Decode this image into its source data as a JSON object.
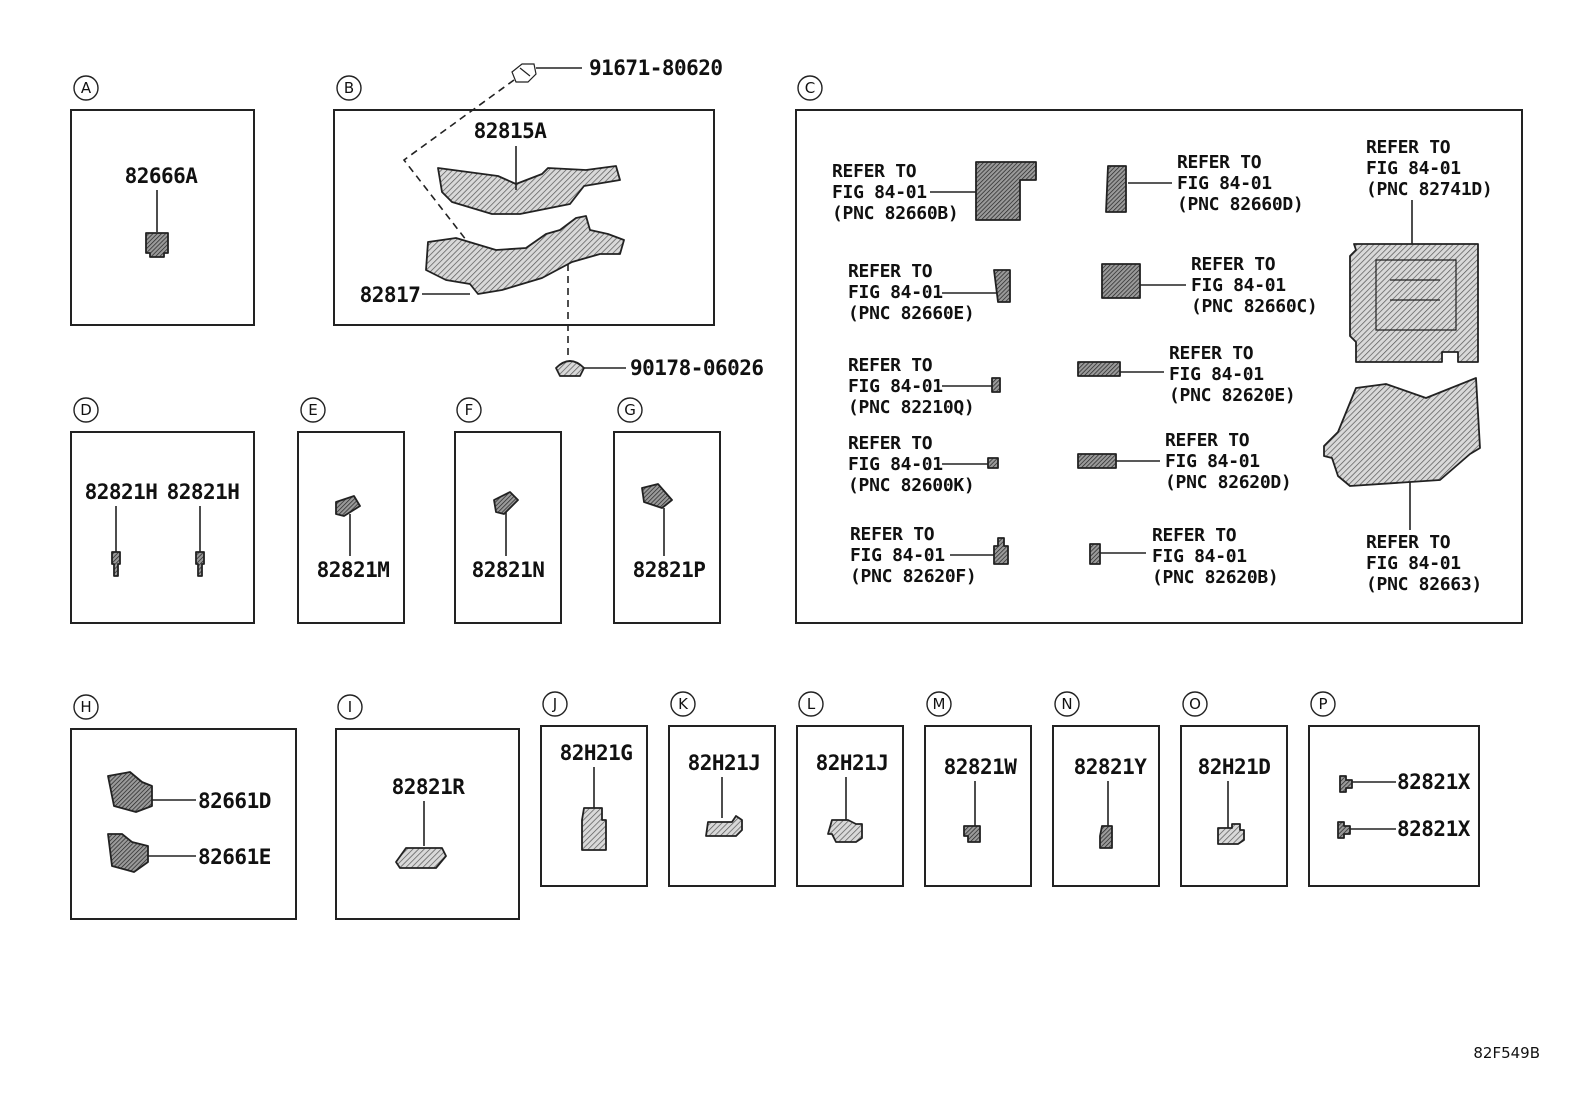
{
  "sections": [
    {
      "id": "A",
      "parts": [
        "82666A"
      ]
    },
    {
      "id": "B",
      "parts": [
        "82815A",
        "82817",
        "91671-80620",
        "90178-06026"
      ]
    },
    {
      "id": "C",
      "references": [
        {
          "l1": "REFER TO",
          "l2": "FIG 84-01",
          "l3": "(PNC 82660B)"
        },
        {
          "l1": "REFER TO",
          "l2": "FIG 84-01",
          "l3": "(PNC 82660D)"
        },
        {
          "l1": "REFER TO",
          "l2": "FIG 84-01",
          "l3": "(PNC 82741D)"
        },
        {
          "l1": "REFER TO",
          "l2": "FIG 84-01",
          "l3": "(PNC 82660E)"
        },
        {
          "l1": "REFER TO",
          "l2": "FIG 84-01",
          "l3": "(PNC 82660C)"
        },
        {
          "l1": "REFER TO",
          "l2": "FIG 84-01",
          "l3": "(PNC 82210Q)"
        },
        {
          "l1": "REFER TO",
          "l2": "FIG 84-01",
          "l3": "(PNC 82620E)"
        },
        {
          "l1": "REFER TO",
          "l2": "FIG 84-01",
          "l3": "(PNC 82600K)"
        },
        {
          "l1": "REFER TO",
          "l2": "FIG 84-01",
          "l3": "(PNC 82620D)"
        },
        {
          "l1": "REFER TO",
          "l2": "FIG 84-01",
          "l3": "(PNC 82620F)"
        },
        {
          "l1": "REFER TO",
          "l2": "FIG 84-01",
          "l3": "(PNC 82620B)"
        },
        {
          "l1": "REFER TO",
          "l2": "FIG 84-01",
          "l3": "(PNC 82663)"
        }
      ]
    },
    {
      "id": "D",
      "parts": [
        "82821H",
        "82821H"
      ]
    },
    {
      "id": "E",
      "parts": [
        "82821M"
      ]
    },
    {
      "id": "F",
      "parts": [
        "82821N"
      ]
    },
    {
      "id": "G",
      "parts": [
        "82821P"
      ]
    },
    {
      "id": "H",
      "parts": [
        "82661D",
        "82661E"
      ]
    },
    {
      "id": "I",
      "parts": [
        "82821R"
      ]
    },
    {
      "id": "J",
      "parts": [
        "82H21G"
      ]
    },
    {
      "id": "K",
      "parts": [
        "82H21J"
      ]
    },
    {
      "id": "L",
      "parts": [
        "82H21J"
      ]
    },
    {
      "id": "M",
      "parts": [
        "82821W"
      ]
    },
    {
      "id": "N",
      "parts": [
        "82821Y"
      ]
    },
    {
      "id": "O",
      "parts": [
        "82H21D"
      ]
    },
    {
      "id": "P",
      "parts": [
        "82821X",
        "82821X"
      ]
    }
  ],
  "diagram_code": "82F549B"
}
